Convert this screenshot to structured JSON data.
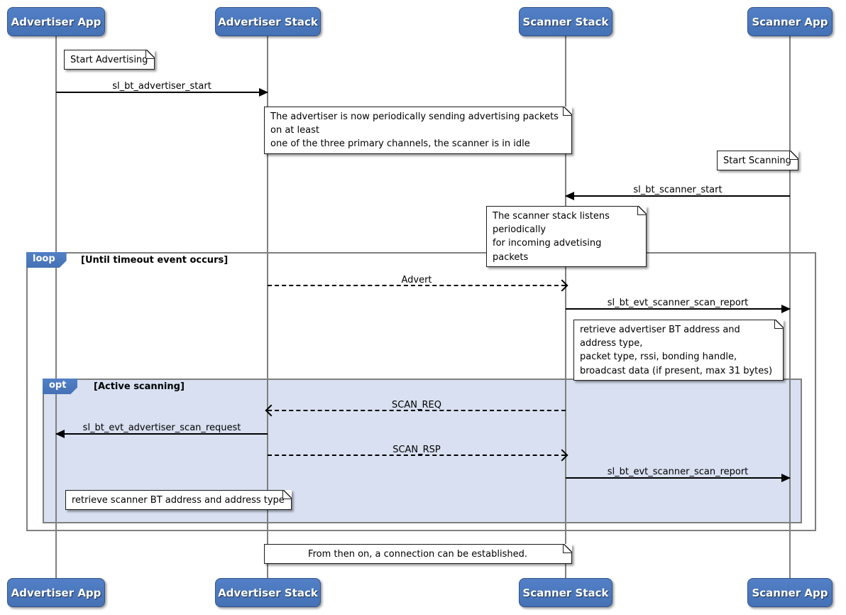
{
  "diagram": {
    "participants": [
      {
        "id": "advertiser-app",
        "label": "Advertiser App"
      },
      {
        "id": "advertiser-stack",
        "label": "Advertiser Stack"
      },
      {
        "id": "scanner-stack",
        "label": "Scanner Stack"
      },
      {
        "id": "scanner-app",
        "label": "Scanner App"
      }
    ],
    "frames": {
      "loop": {
        "label": "loop",
        "guard": "[Until timeout event occurs]"
      },
      "opt": {
        "label": "opt",
        "guard": "[Active scanning]"
      }
    },
    "messages": [
      {
        "label": "sl_bt_advertiser_start",
        "from": "advertiser-app",
        "to": "advertiser-stack",
        "style": "solid"
      },
      {
        "label": "sl_bt_scanner_start",
        "from": "scanner-app",
        "to": "scanner-stack",
        "style": "solid"
      },
      {
        "label": "Advert",
        "from": "advertiser-stack",
        "to": "scanner-stack",
        "style": "dashed"
      },
      {
        "label": "sl_bt_evt_scanner_scan_report",
        "from": "scanner-stack",
        "to": "scanner-app",
        "style": "solid"
      },
      {
        "label": "SCAN_REQ",
        "from": "scanner-stack",
        "to": "advertiser-stack",
        "style": "dashed"
      },
      {
        "label": "sl_bt_evt_advertiser_scan_request",
        "from": "advertiser-stack",
        "to": "advertiser-app",
        "style": "solid"
      },
      {
        "label": "SCAN_RSP",
        "from": "advertiser-stack",
        "to": "scanner-stack",
        "style": "dashed"
      },
      {
        "label": "sl_bt_evt_scanner_scan_report",
        "from": "scanner-stack",
        "to": "scanner-app",
        "style": "solid"
      }
    ],
    "notes": [
      {
        "text": "Start Advertising"
      },
      {
        "text": "The advertiser is now periodically sending advertising packets on at least\none of the three primary channels, the scanner is in idle"
      },
      {
        "text": "Start Scanning"
      },
      {
        "text": "The scanner stack listens periodically\nfor incoming advetising packets"
      },
      {
        "text": "retrieve advertiser BT address and address type,\npacket type, rssi, bonding handle,\nbroadcast data (if present, max 31 bytes)"
      },
      {
        "text": "retrieve scanner BT address and address type"
      },
      {
        "text": "From then on, a connection can be established."
      }
    ],
    "colors": {
      "participant_fill": "#4A76BE",
      "participant_border": "#33538A",
      "frame_border": "#7F7F7F",
      "opt_fill": "#D8E0F1",
      "note_fill": "#FFFFFF",
      "lifeline": "#7F7F7F"
    }
  }
}
